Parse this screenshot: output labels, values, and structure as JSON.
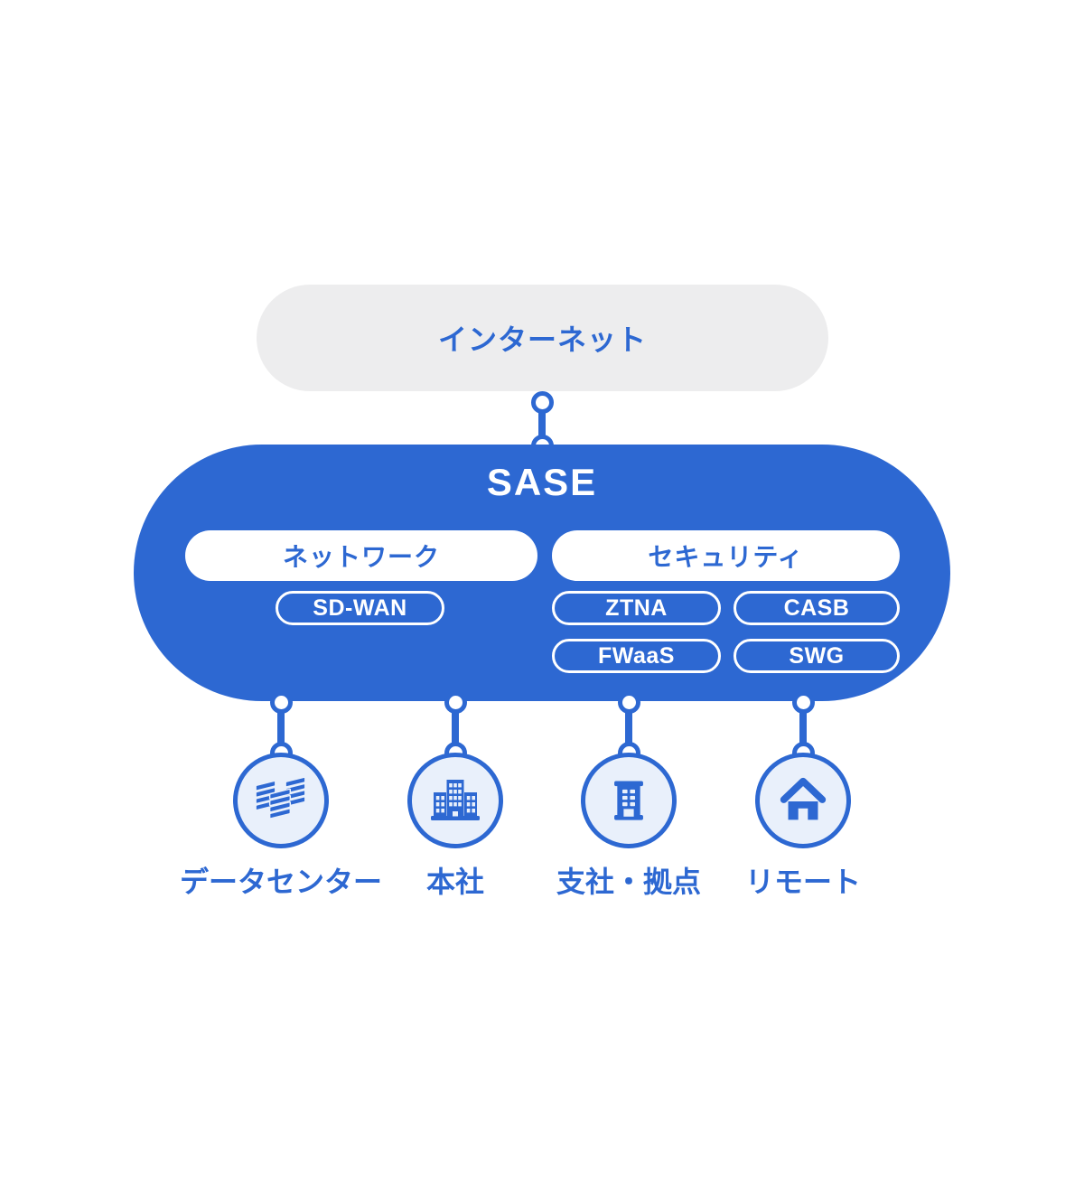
{
  "diagram": {
    "internet": {
      "label": "インターネット"
    },
    "sase": {
      "title": "SASE",
      "network": {
        "label": "ネットワーク",
        "items": [
          {
            "label": "SD-WAN"
          }
        ]
      },
      "security": {
        "label": "セキュリティ",
        "items": [
          {
            "label": "ZTNA"
          },
          {
            "label": "CASB"
          },
          {
            "label": "FWaaS"
          },
          {
            "label": "SWG"
          }
        ]
      }
    },
    "endpoints": [
      {
        "label": "データセンター",
        "icon": "datacenter-icon"
      },
      {
        "label": "本社",
        "icon": "headquarters-icon"
      },
      {
        "label": "支社・拠点",
        "icon": "branch-office-icon"
      },
      {
        "label": "リモート",
        "icon": "home-icon"
      }
    ],
    "colors": {
      "primary_blue": "#2d68d2",
      "internet_pill_gray": "#ededee",
      "endpoint_circle_fill": "#e9f0fb",
      "white": "#ffffff"
    }
  }
}
